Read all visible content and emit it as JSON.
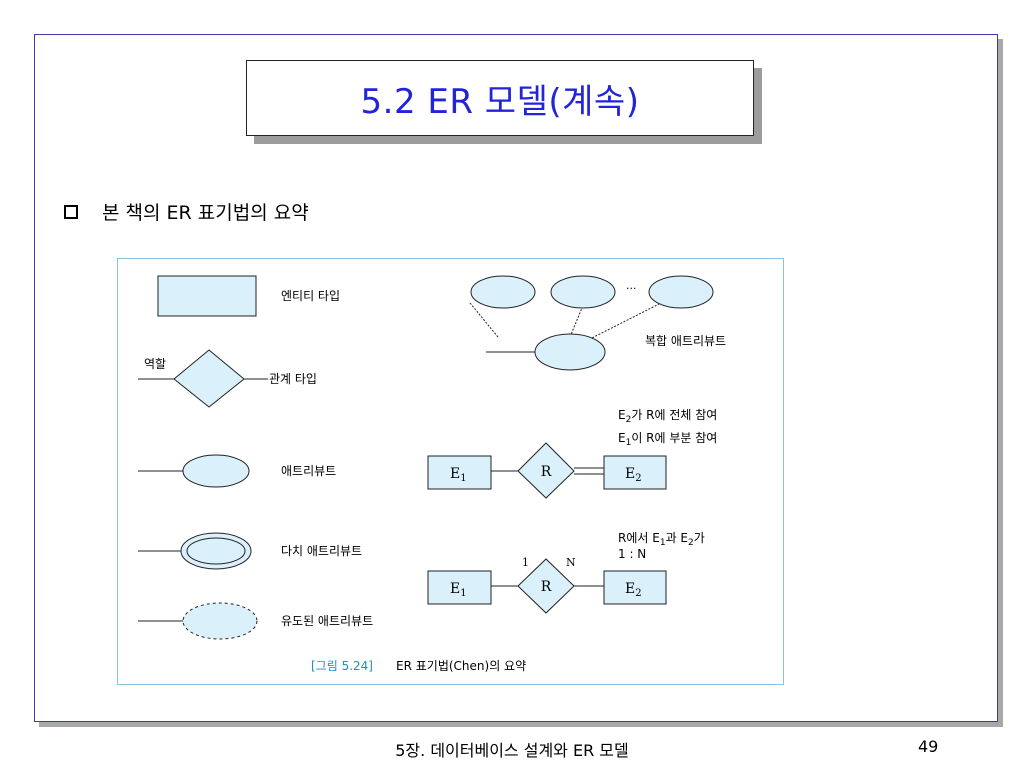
{
  "slide": {
    "title": "5.2 ER 모델(계속)",
    "bullet": "본 책의 ER 표기법의 요약"
  },
  "diagram": {
    "entity_type": "엔티티 타입",
    "role": "역할",
    "relationship_type": "관계 타입",
    "attribute": "애트리뷰트",
    "multivalued_attribute": "다치 애트리뷰트",
    "derived_attribute": "유도된 애트리뷰트",
    "composite_attribute": "복합 애트리뷰트",
    "ellipsis": "···",
    "participation_line1_pre": "E",
    "participation_line1_sub": "2",
    "participation_line1_post": "가 R에 전체 참여",
    "participation_line2_pre": "E",
    "participation_line2_sub": "1",
    "participation_line2_post": "이 R에 부분 참여",
    "cardinality_line1_a": "R에서 E",
    "cardinality_line1_sub1": "1",
    "cardinality_line1_b": "과 E",
    "cardinality_line1_sub2": "2",
    "cardinality_line1_c": "가",
    "cardinality_line2": "1 : N",
    "e1_base": "E",
    "e1_sub": "1",
    "e2_base": "E",
    "e2_sub": "2",
    "r_label": "R",
    "card_1": "1",
    "card_n": "N",
    "caption_ref": "[그림 5.24]",
    "caption_text": "ER 표기법(Chen)의 요약",
    "colors": {
      "shape_fill": "#daf0fb",
      "caption_ref": "#1f8fc4",
      "frame": "#8cc3dc"
    }
  },
  "footer": {
    "chapter": "5장. 데이터베이스 설계와 ER 모델",
    "page_number": "49"
  }
}
